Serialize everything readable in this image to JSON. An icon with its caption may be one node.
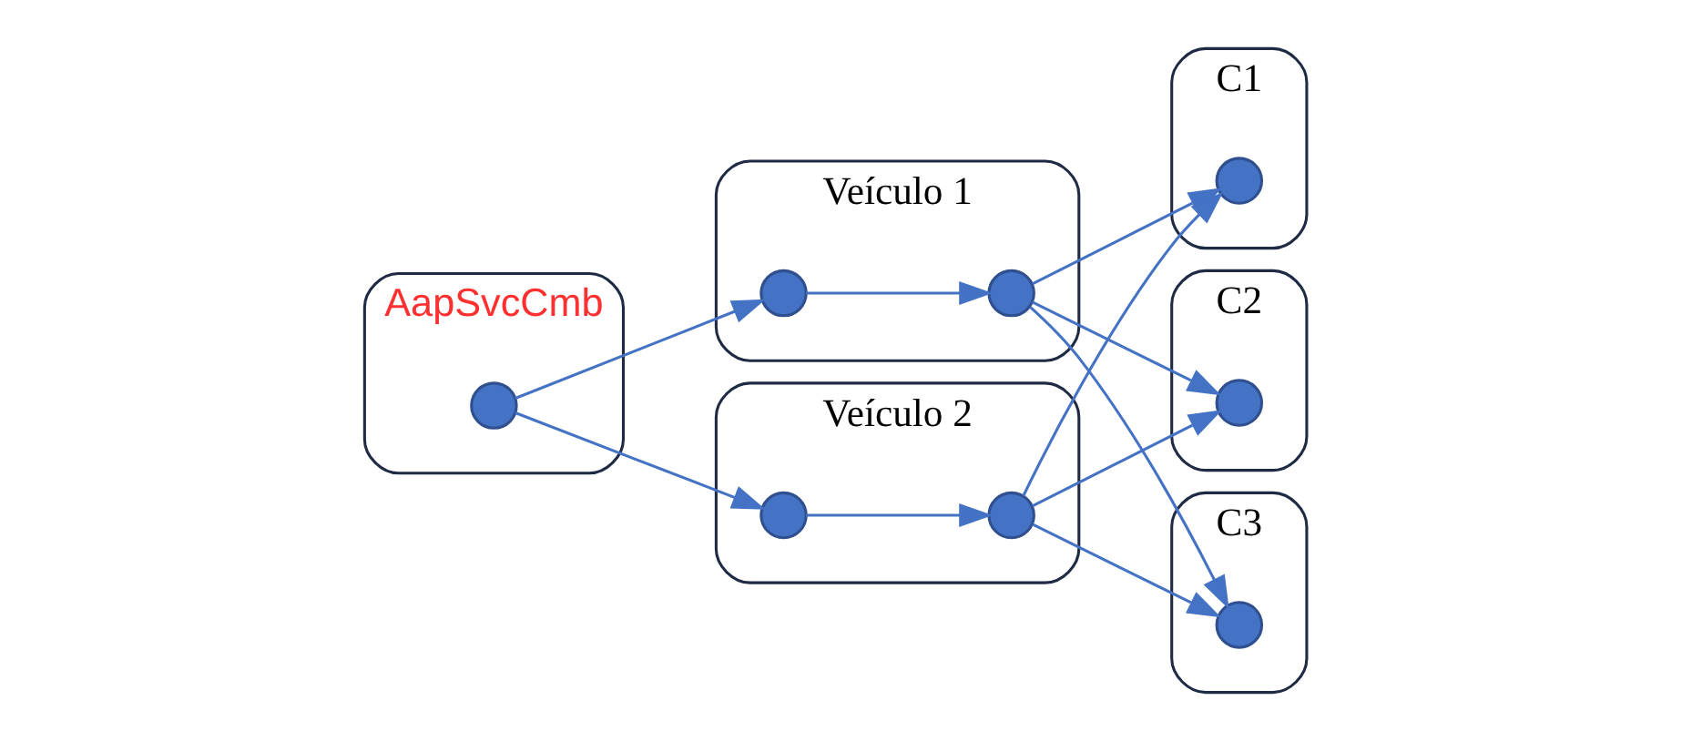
{
  "diagram": {
    "nodes": [
      {
        "text": [
          "AapSvcCmb"
        ]
      },
      {
        "text": [],
        "shape": "circle",
        "in": 0
      },
      {
        "text": [
          "Veículo 1"
        ]
      },
      {
        "text": [],
        "shape": "circle",
        "in": 2
      },
      {
        "text": [],
        "shape": "circle",
        "in": 2
      },
      {
        "text": [
          "Veículo 2"
        ]
      },
      {
        "text": [],
        "shape": "circle",
        "in": 5
      },
      {
        "text": [],
        "shape": "circle",
        "in": 5
      },
      {
        "text": [
          "C1"
        ]
      },
      {
        "text": [],
        "shape": "circle",
        "in": 8
      },
      {
        "text": [
          "C2"
        ]
      },
      {
        "text": [],
        "shape": "circle",
        "in": 10
      },
      {
        "text": [
          "C3"
        ]
      },
      {
        "text": [],
        "shape": "circle",
        "in": 12
      }
    ],
    "edges": [
      {
        "from": 1,
        "to": 3,
        "arrow": "to"
      },
      {
        "from": 3,
        "to": 4,
        "arrow": "to"
      },
      {
        "from": 1,
        "to": 6,
        "arrow": "to"
      },
      {
        "from": 6,
        "to": 7,
        "arrow": "to"
      },
      {
        "from": 4,
        "to": 9,
        "arrow": "to"
      },
      {
        "from": 4,
        "to": 11,
        "arrow": "to"
      },
      {
        "from": 4,
        "to": 13,
        "arrow": "to"
      },
      {
        "from": 7,
        "to": 9,
        "arrow": "to"
      },
      {
        "from": 7,
        "to": 11,
        "arrow": "to"
      },
      {
        "from": 7,
        "to": 13,
        "arrow": "to"
      }
    ]
  }
}
